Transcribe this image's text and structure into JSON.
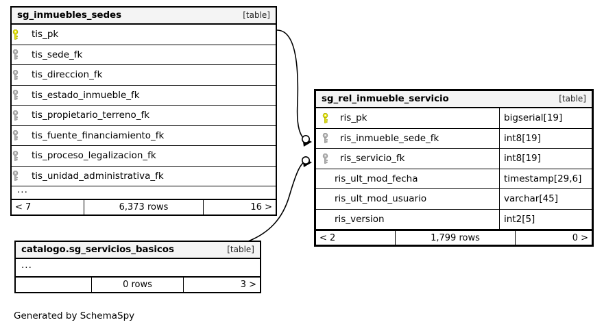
{
  "diagram": {
    "generator_note": "Generated by SchemaSpy",
    "table_tag": "[table]",
    "colors": {
      "primary_key": "#e8e80d",
      "foreign_key": "#b3b3b3",
      "border": "#000000",
      "header_background": "#f4f4f4",
      "page_background": "#ffffff"
    }
  },
  "tables": [
    {
      "id": "sg_inmuebles_sedes",
      "name": "sg_inmuebles_sedes",
      "tag": "[table]",
      "columns": [
        {
          "name": "tis_pk",
          "key": "primary-key",
          "type": ""
        },
        {
          "name": "tis_sede_fk",
          "key": "foreign-key",
          "type": ""
        },
        {
          "name": "tis_direccion_fk",
          "key": "foreign-key",
          "type": ""
        },
        {
          "name": "tis_estado_inmueble_fk",
          "key": "foreign-key",
          "type": ""
        },
        {
          "name": "tis_propietario_terreno_fk",
          "key": "foreign-key",
          "type": ""
        },
        {
          "name": "tis_fuente_financiamiento_fk",
          "key": "foreign-key",
          "type": ""
        },
        {
          "name": "tis_proceso_legalizacion_fk",
          "key": "foreign-key",
          "type": ""
        },
        {
          "name": "tis_unidad_administrativa_fk",
          "key": "foreign-key",
          "type": ""
        }
      ],
      "more_columns_indicator": "...",
      "footer": {
        "left": "< 7",
        "center": "6,373 rows",
        "right": "16 >"
      }
    },
    {
      "id": "sg_rel_inmueble_servicio",
      "name": "sg_rel_inmueble_servicio",
      "tag": "[table]",
      "columns": [
        {
          "name": "ris_pk",
          "key": "primary-key",
          "type": "bigserial[19]"
        },
        {
          "name": "ris_inmueble_sede_fk",
          "key": "foreign-key",
          "type": "int8[19]"
        },
        {
          "name": "ris_servicio_fk",
          "key": "foreign-key",
          "type": "int8[19]"
        },
        {
          "name": "ris_ult_mod_fecha",
          "key": "none",
          "type": "timestamp[29,6]"
        },
        {
          "name": "ris_ult_mod_usuario",
          "key": "none",
          "type": "varchar[45]"
        },
        {
          "name": "ris_version",
          "key": "none",
          "type": "int2[5]"
        }
      ],
      "footer": {
        "left": "< 2",
        "center": "1,799 rows",
        "right": "0 >"
      }
    },
    {
      "id": "catalogo_sg_servicios_basicos",
      "name": "catalogo.sg_servicios_basicos",
      "tag": "[table]",
      "columns": [],
      "more_columns_indicator": "...",
      "footer": {
        "left": "",
        "center": "0 rows",
        "right": "3 >"
      }
    }
  ],
  "relationships": [
    {
      "id": "rel-inmuebles-sedes-to-rel-inmueble-servicio",
      "from_table": "sg_inmuebles_sedes",
      "from_column": "tis_pk",
      "to_table": "sg_rel_inmueble_servicio",
      "to_column": "ris_inmueble_sede_fk",
      "cardinality": "zero-or-more"
    },
    {
      "id": "rel-servicios-basicos-to-rel-inmueble-servicio",
      "from_table": "catalogo.sg_servicios_basicos",
      "to_table": "sg_rel_inmueble_servicio",
      "to_column": "ris_servicio_fk",
      "cardinality": "zero-or-more"
    }
  ]
}
